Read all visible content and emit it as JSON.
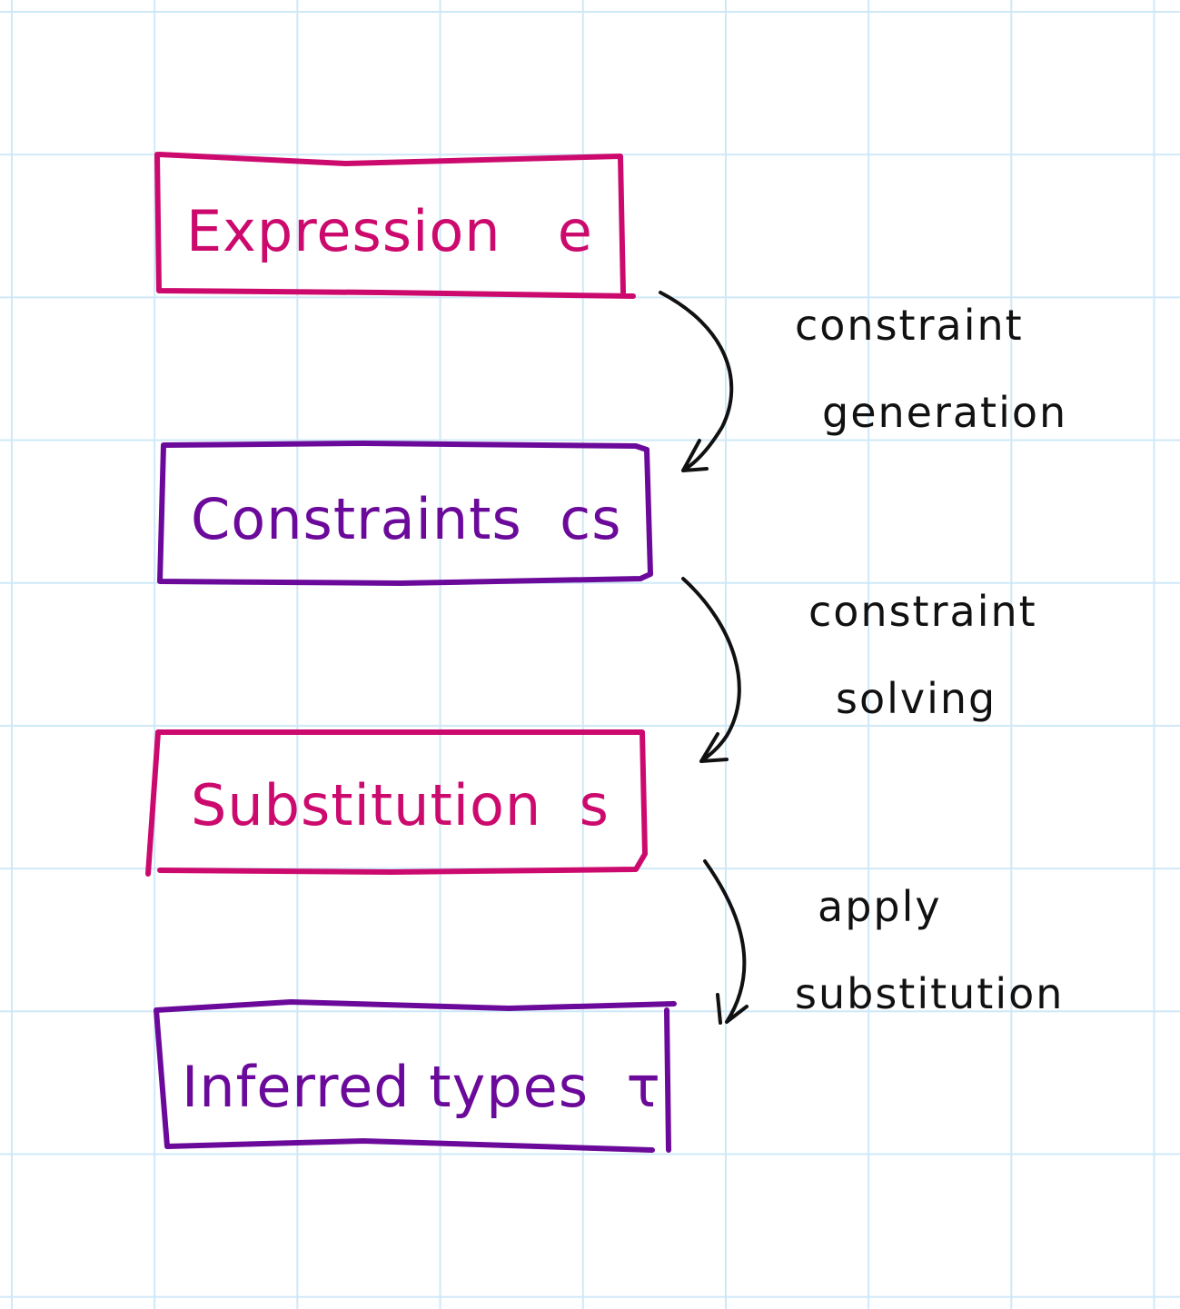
{
  "colors": {
    "pink": "#cc0a6e",
    "purple": "#6b0a9a",
    "ink": "#111111"
  },
  "boxes": [
    {
      "label": "Expression",
      "var": "e",
      "color": "pink"
    },
    {
      "label": "Constraints",
      "var": "cs",
      "color": "purple"
    },
    {
      "label": "Substitution",
      "var": "s",
      "color": "pink"
    },
    {
      "label": "Inferred types",
      "var": "τ",
      "color": "purple"
    }
  ],
  "steps": [
    {
      "line1": "constraint",
      "line2": "generation"
    },
    {
      "line1": "constraint",
      "line2": "solving"
    },
    {
      "line1": "apply",
      "line2": "substitution"
    }
  ]
}
